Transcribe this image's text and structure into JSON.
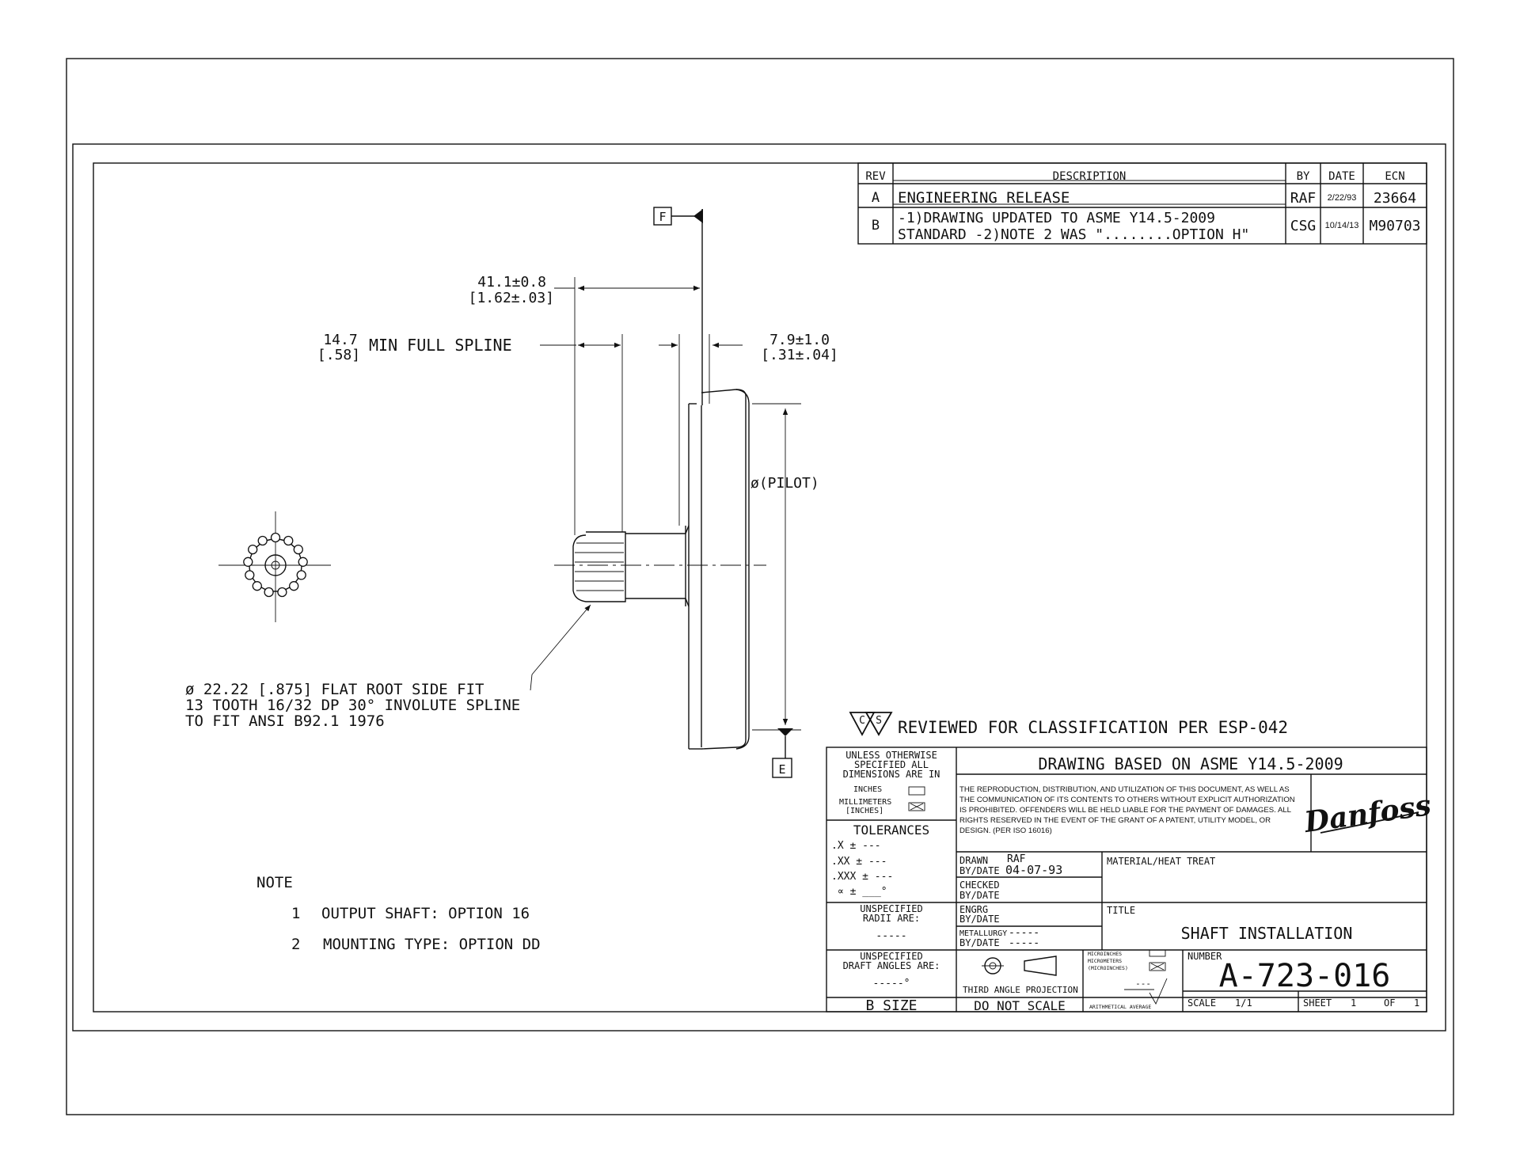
{
  "revisions": {
    "headers": [
      "REV",
      "DESCRIPTION",
      "BY",
      "DATE",
      "ECN"
    ],
    "rows": [
      {
        "rev": "A",
        "line1": "ENGINEERING RELEASE",
        "line2": "",
        "by": "RAF",
        "date": "2/22/93",
        "ecn": "23664"
      },
      {
        "rev": "B",
        "line1": "-1)DRAWING UPDATED TO ASME Y14.5-2009",
        "line2": "STANDARD -2)NOTE 2 WAS \"........OPTION H\"",
        "by": "CSG",
        "date": "10/14/13",
        "ecn": "M90703"
      }
    ]
  },
  "datums": {
    "f": "F",
    "e": "E"
  },
  "dimensions": {
    "overall_mm": "41.1±0.8",
    "overall_in": "[1.62±.03]",
    "spline_mm": "14.7",
    "spline_in": "[.58]",
    "spline_label": "MIN FULL SPLINE",
    "offset_mm": "7.9±1.0",
    "offset_in": "[.31±.04]",
    "pilot": "ø(PILOT)"
  },
  "callout": {
    "line1": "ø 22.22 [.875] FLAT ROOT SIDE FIT",
    "line2": "13 TOOTH 16/32 DP 30° INVOLUTE SPLINE",
    "line3": "TO FIT ANSI B92.1 1976"
  },
  "notes": {
    "heading": "NOTE",
    "items": [
      {
        "num": "1",
        "text": "OUTPUT SHAFT: OPTION 16"
      },
      {
        "num": "2",
        "text": "MOUNTING TYPE: OPTION DD"
      }
    ]
  },
  "review": {
    "text": "REVIEWED FOR CLASSIFICATION PER ESP-042",
    "c": "C",
    "s": "S"
  },
  "title_block": {
    "unless_line1": "UNLESS OTHERWISE",
    "unless_line2": "SPECIFIED ALL",
    "unless_line3": "DIMENSIONS ARE IN",
    "inches": "INCHES",
    "millimeters": "MILLIMETERS",
    "inches_bracket": "[INCHES]",
    "tolerances": "TOLERANCES",
    "tol_rows": [
      ".X   ±  ---",
      ".XX  ±  ---",
      ".XXX ±  ---",
      "∝  ±  ___°"
    ],
    "radii_line1": "UNSPECIFIED",
    "radii_line2": "RADII ARE:",
    "radii_value": "-----",
    "draft_line1": "UNSPECIFIED",
    "draft_line2": "DRAFT ANGLES ARE:",
    "draft_value": "-----°",
    "size": "B SIZE",
    "based_on": "DRAWING BASED ON ASME Y14.5-2009",
    "legal": [
      "THE REPRODUCTION, DISTRIBUTION, AND UTILIZATION OF THIS DOCUMENT, AS WELL AS",
      "THE COMMUNICATION OF ITS CONTENTS TO OTHERS WITHOUT EXPLICIT AUTHORIZATION",
      "IS PROHIBITED. OFFENDERS WILL BE HELD LIABLE FOR THE PAYMENT OF DAMAGES. ALL",
      "RIGHTS RESERVED IN THE EVENT OF THE GRANT OF A PATENT, UTILITY MODEL, OR",
      "DESIGN. (PER ISO 16016)"
    ],
    "logo": "Danfoss",
    "drawn_label": "DRAWN",
    "drawn_by": "RAF",
    "drawn_bydate_label": "BY/DATE",
    "drawn_date": "04-07-93",
    "checked_label": "CHECKED",
    "checked_bydate": "BY/DATE",
    "engrg_label": "ENGRG",
    "engrg_bydate": "BY/DATE",
    "metallurgy_label": "METALLURGY",
    "metallurgy_value": "-----",
    "metallurgy_bydate": "BY/DATE",
    "metallurgy_bydate_value": "-----",
    "material_label": "MATERIAL/HEAT TREAT",
    "title_label": "TITLE",
    "title": "SHAFT INSTALLATION",
    "projection": "THIRD ANGLE PROJECTION",
    "do_not_scale": "DO NOT SCALE",
    "microinches": "MICROINCHES",
    "micrometers": "MICROMETERS",
    "micro_bracket": "(MICROINCHES)",
    "rough_value": "---",
    "arith": "ARITHMETICAL AVERAGE",
    "number_label": "NUMBER",
    "number": "A-723-016",
    "scale_label": "SCALE",
    "scale": "1/1",
    "sheet_label": "SHEET",
    "sheet": "1",
    "of_label": "OF",
    "of": "1"
  }
}
